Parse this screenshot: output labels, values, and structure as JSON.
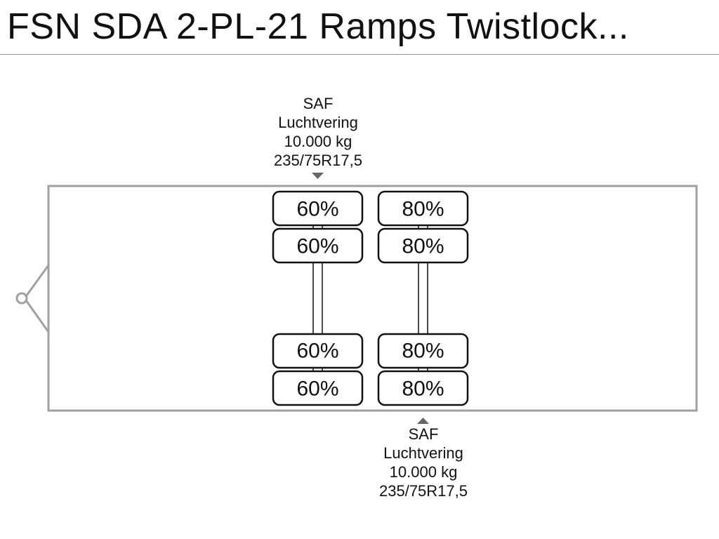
{
  "title": "FSN SDA 2-PL-21 Ramps Twistlock...",
  "colors": {
    "frame": "#a0a0a0",
    "tyre_outline": "#111111",
    "pointer": "#666666"
  },
  "axles": [
    {
      "label": {
        "brand": "SAF",
        "suspension": "Luchtvering",
        "capacity": "10.000 kg",
        "tyre_size": "235/75R17,5"
      },
      "label_position": "top",
      "tyres": [
        "60%",
        "60%",
        "60%",
        "60%"
      ]
    },
    {
      "label": {
        "brand": "SAF",
        "suspension": "Luchtvering",
        "capacity": "10.000 kg",
        "tyre_size": "235/75R17,5"
      },
      "label_position": "bottom",
      "tyres": [
        "80%",
        "80%",
        "80%",
        "80%"
      ]
    }
  ]
}
